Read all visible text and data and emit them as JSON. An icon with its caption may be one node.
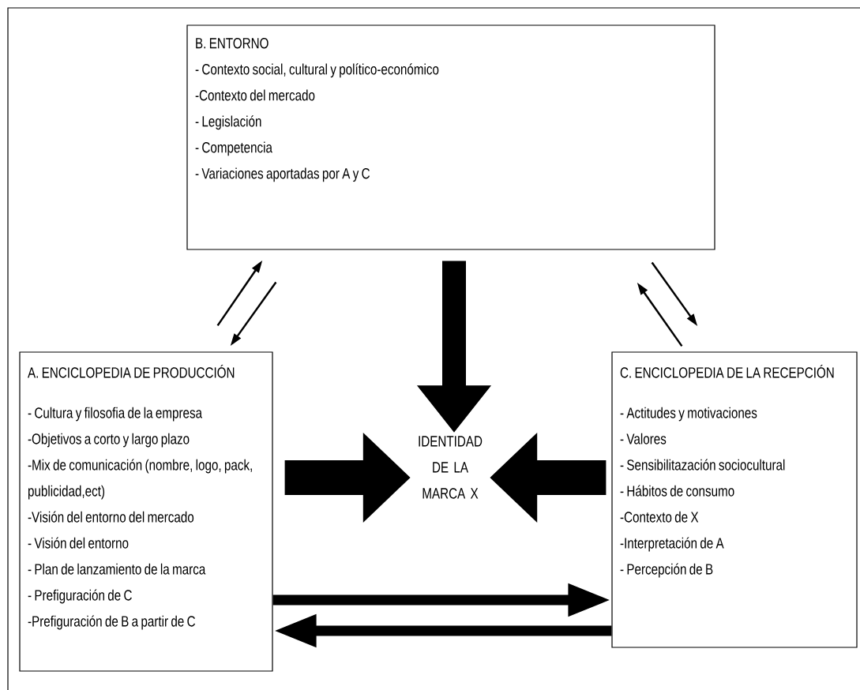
{
  "diagram": {
    "nodes": [
      {
        "text": [
          "B. ENTORNO",
          "- Contexto social, cultural y político-económico",
          "-Contexto del mercado",
          "- Legislación",
          "- Competencia",
          "- Variaciones aportadas por A y C"
        ]
      },
      {
        "text": [
          "A. ENCICLOPEDIA DE PRODUCCIÓN",
          "- Cultura y filosofia de la empresa",
          "-Objetivos a corto y largo plazo",
          "-Mix de comunicación (nombre, logo, pack, publicidad,ect)",
          "-Visión del entorno del mercado",
          "- Visión del entorno",
          "- Plan de lanzamiento de la marca",
          "- Prefiguración de C",
          "-Prefiguración de B a partir de C"
        ]
      },
      {
        "text": [
          "IDENTIDAD DE LA MARCA X"
        ]
      },
      {
        "text": [
          "C. ENCICLOPEDIA DE LA RECEPCIÓN",
          "- Actitudes y motivaciones",
          "- Valores",
          "- Sensibilitazación sociocultural",
          "- Hábitos de consumo",
          "-Contexto de X",
          "-Interpretación de A",
          "- Percepción de B"
        ]
      }
    ],
    "edges": [
      {
        "from": 1,
        "to": 0,
        "arrow": "to"
      },
      {
        "from": 0,
        "to": 1,
        "arrow": "to"
      },
      {
        "from": 0,
        "to": 2,
        "arrow": "to",
        "style": "thick"
      },
      {
        "from": 3,
        "to": 0,
        "arrow": "to"
      },
      {
        "from": 0,
        "to": 3,
        "arrow": "to"
      },
      {
        "from": 1,
        "to": 2,
        "arrow": "to",
        "style": "thick"
      },
      {
        "from": 3,
        "to": 2,
        "arrow": "to",
        "style": "thick"
      },
      {
        "from": 1,
        "to": 3,
        "arrow": "to"
      },
      {
        "from": 3,
        "to": 1,
        "arrow": "to"
      }
    ]
  }
}
